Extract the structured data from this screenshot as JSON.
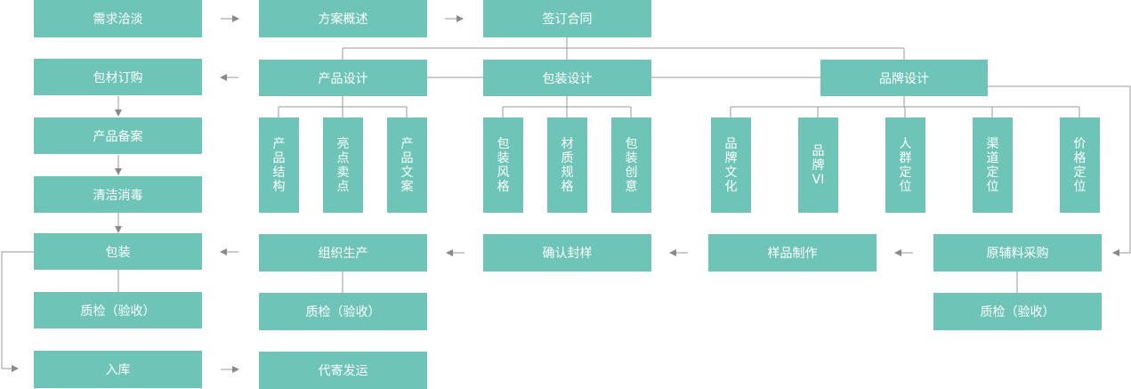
{
  "colors": {
    "box": "#6ec5b7",
    "line": "#9a9a9a",
    "arrow": "#8a8a8a",
    "text": "#ffffff"
  },
  "col1": {
    "consult": "需求洽淡",
    "purchase": "包材订购",
    "record": "产品备案",
    "clean": "清洁消毒",
    "pack": "包装",
    "qc": "质检（验收）",
    "storage": "入库"
  },
  "row1": {
    "overview": "方案概述",
    "contract": "签订合同"
  },
  "design": {
    "product": "产品设计",
    "package": "包装设计",
    "brand": "品牌设计"
  },
  "product_sub": [
    "产品结构",
    "亮点卖点",
    "产品文案"
  ],
  "package_sub": [
    "包装风格",
    "材质规格",
    "包装创意"
  ],
  "brand_sub": [
    "品牌文化",
    "品牌VI",
    "人群定位",
    "渠道定位",
    "价格定位"
  ],
  "row4": {
    "organize": "组织生产",
    "confirm": "确认封样",
    "sample": "样品制作",
    "material": "原辅料采购"
  },
  "row5": {
    "qc2": "质检（验收）",
    "qc3": "质检（验收）"
  },
  "row6": {
    "ship": "代寄发运"
  }
}
